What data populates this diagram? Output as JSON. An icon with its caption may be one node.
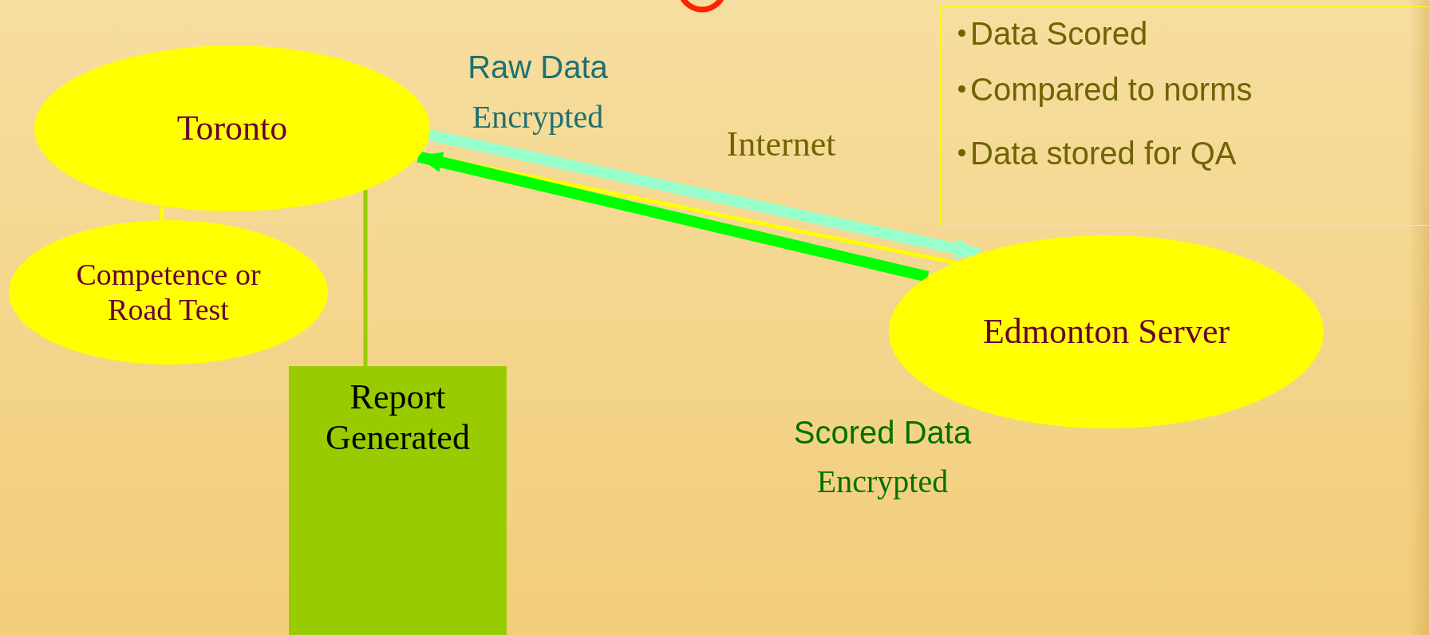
{
  "diagram": {
    "nodes": [
      {
        "text": [
          "Toronto"
        ]
      },
      {
        "text": [
          "Competence or Road Test"
        ]
      },
      {
        "text": [
          "Report Generated"
        ]
      },
      {
        "text": [
          "Edmonton Server"
        ]
      },
      {
        "text": [
          "Data Scored",
          "Compared to norms",
          "Data stored for QA"
        ]
      }
    ],
    "edges": [
      {
        "from": 0,
        "to": 1,
        "arrow": "none",
        "color": "#ffff00"
      },
      {
        "from": 0,
        "to": 2,
        "arrow": "none",
        "color": "#99cc00"
      },
      {
        "from": 0,
        "to": 3,
        "arrow": "to",
        "style": "thick",
        "color": "#99ffcc"
      },
      {
        "from": 0,
        "to": 3,
        "arrow": "none",
        "color": "#ffff00"
      },
      {
        "from": 3,
        "to": 0,
        "arrow": "to",
        "style": "thick",
        "color": "#00ff00"
      }
    ],
    "labels": [
      "Raw Data",
      "Encrypted",
      "Internet",
      "Scored Data",
      "Encrypted"
    ]
  }
}
